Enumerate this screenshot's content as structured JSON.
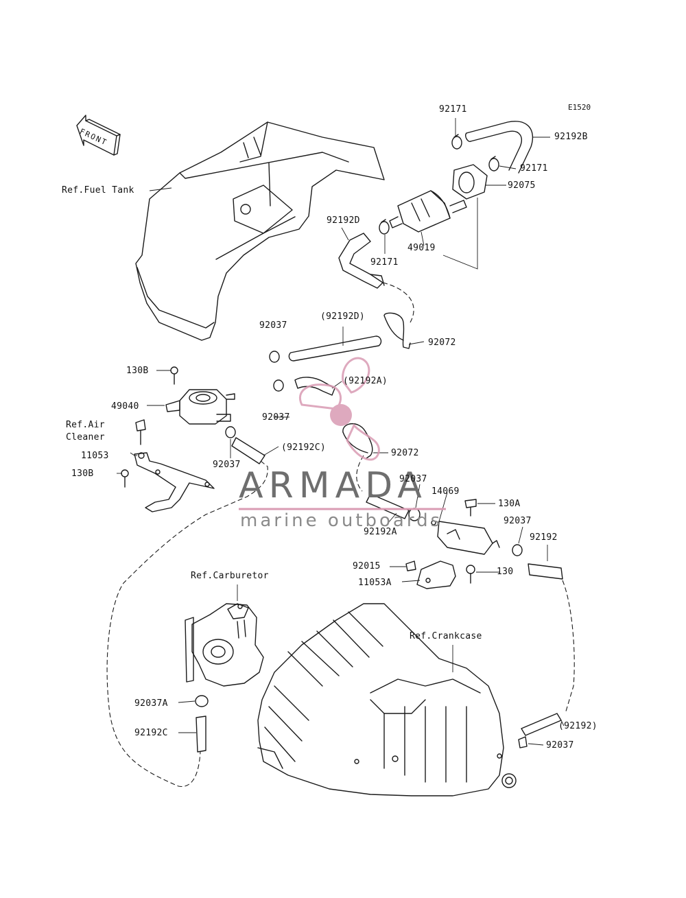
{
  "diagram_code": "E1520",
  "front_label": "FRONT",
  "watermark": {
    "title": "ARMADA",
    "subtitle": "marine outboards"
  },
  "reference_labels": {
    "fuel_tank": "Ref.Fuel Tank",
    "air_cleaner": "Ref.Air\nCleaner",
    "carburetor": "Ref.Carburetor",
    "crankcase": "Ref.Crankcase"
  },
  "part_labels": {
    "p92171_top": "92171",
    "p92192B": "92192B",
    "p92171_right": "92171",
    "p92075": "92075",
    "p92192D": "92192D",
    "p49019": "49019",
    "p92171_mid": "92171",
    "p92037_a": "92037",
    "p92192D_paren": "(92192D)",
    "p92072_top": "92072",
    "p130B_top": "130B",
    "p92192A_paren": "(92192A)",
    "p49040": "49040",
    "p92037_b": "92037",
    "p92072_mid": "92072",
    "p92192C_paren": "(92192C)",
    "p11053": "11053",
    "p92037_c": "92037",
    "p130B_bottom": "130B",
    "p92037_d": "92037",
    "p14069": "14069",
    "p130A": "130A",
    "p92192A": "92192A",
    "p92037_e": "92037",
    "p92192": "92192",
    "p92015": "92015",
    "p130": "130",
    "p11053A": "11053A",
    "p92037A": "92037A",
    "p92192C": "92192C",
    "p92192_paren": "(92192)",
    "p92037_f": "92037"
  }
}
